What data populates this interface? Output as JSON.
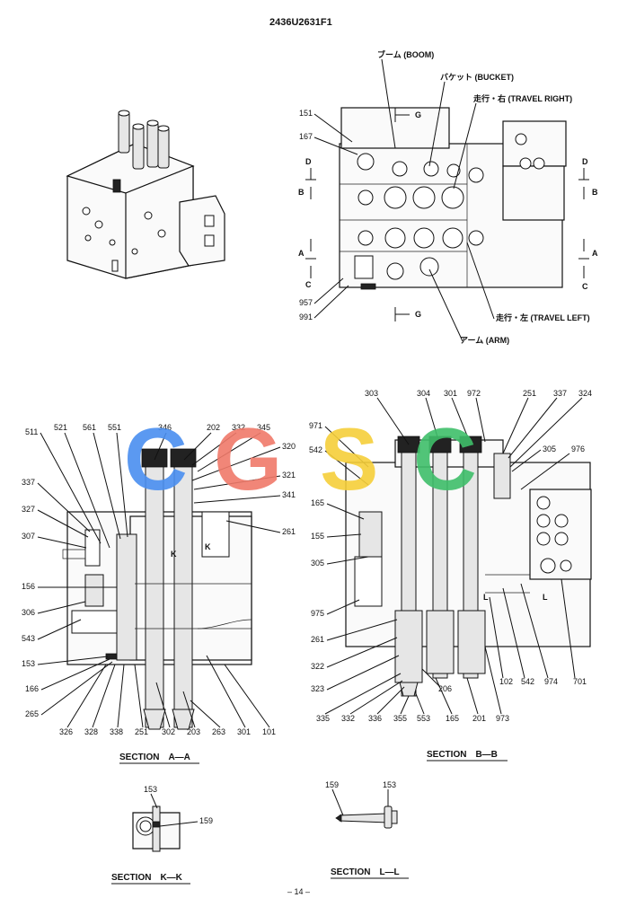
{
  "drawing_number": "2436U2631F1",
  "watermark": {
    "letters": [
      "C",
      "G",
      "S",
      "C"
    ],
    "colors": [
      "#4a8ff0",
      "#f07a6a",
      "#f6cf3a",
      "#3fbf6a"
    ]
  },
  "top_view": {
    "port_labels": {
      "boom": "ブーム (BOOM)",
      "bucket": "バケット (BUCKET)",
      "travel_right": "走行・右 (TRAVEL RIGHT)",
      "travel_left": "走行・左 (TRAVEL LEFT)",
      "arm": "アーム (ARM)"
    },
    "part_numbers": {
      "p151": "151",
      "p167": "167",
      "p957": "957",
      "p991": "991"
    },
    "section_markers": {
      "g_top": "G",
      "g_bottom": "G",
      "a_left": "A",
      "c_left": "C",
      "d_left": "D",
      "b_left": "B",
      "d_right": "D",
      "b_right": "B",
      "a_right": "A",
      "c_right": "C"
    }
  },
  "section_aa": {
    "title": "SECTION　A—A",
    "callouts": {
      "p511": "511",
      "p521": "521",
      "p561": "561",
      "p551": "551",
      "p346": "346",
      "p202": "202",
      "p332": "332",
      "p345": "345",
      "p320": "320",
      "p321": "321",
      "p341": "341",
      "p261": "261",
      "p337": "337",
      "p327": "327",
      "p307": "307",
      "p156": "156",
      "p306": "306",
      "p543": "543",
      "p153": "153",
      "p166": "166",
      "p265": "265",
      "p326": "326",
      "p328": "328",
      "p338": "338",
      "p251": "251",
      "p302": "302",
      "p203": "203",
      "p263": "263",
      "p301": "301",
      "p101": "101",
      "k1": "K",
      "k2": "K"
    }
  },
  "section_bb": {
    "title": "SECTION　B—B",
    "callouts": {
      "p303": "303",
      "p304": "304",
      "p301": "301",
      "p972": "972",
      "p251": "251",
      "p337": "337",
      "p324": "324",
      "p971": "971",
      "p542a": "542",
      "p305a": "305",
      "p976": "976",
      "p165a": "165",
      "p155": "155",
      "p305b": "305",
      "p975": "975",
      "p261": "261",
      "p322": "322",
      "p323": "323",
      "p335": "335",
      "p332": "332",
      "p336": "336",
      "p355": "355",
      "p553": "553",
      "p165b": "165",
      "p206": "206",
      "p201": "201",
      "p973": "973",
      "p102": "102",
      "p542b": "542",
      "p974": "974",
      "p701": "701",
      "l1": "L",
      "l2": "L"
    }
  },
  "section_kk": {
    "title": "SECTION　K—K",
    "callouts": {
      "p153": "153",
      "p159": "159"
    }
  },
  "section_ll": {
    "title": "SECTION　L—L",
    "callouts": {
      "p159": "159",
      "p153": "153"
    }
  },
  "footer_text": "– 14 –"
}
